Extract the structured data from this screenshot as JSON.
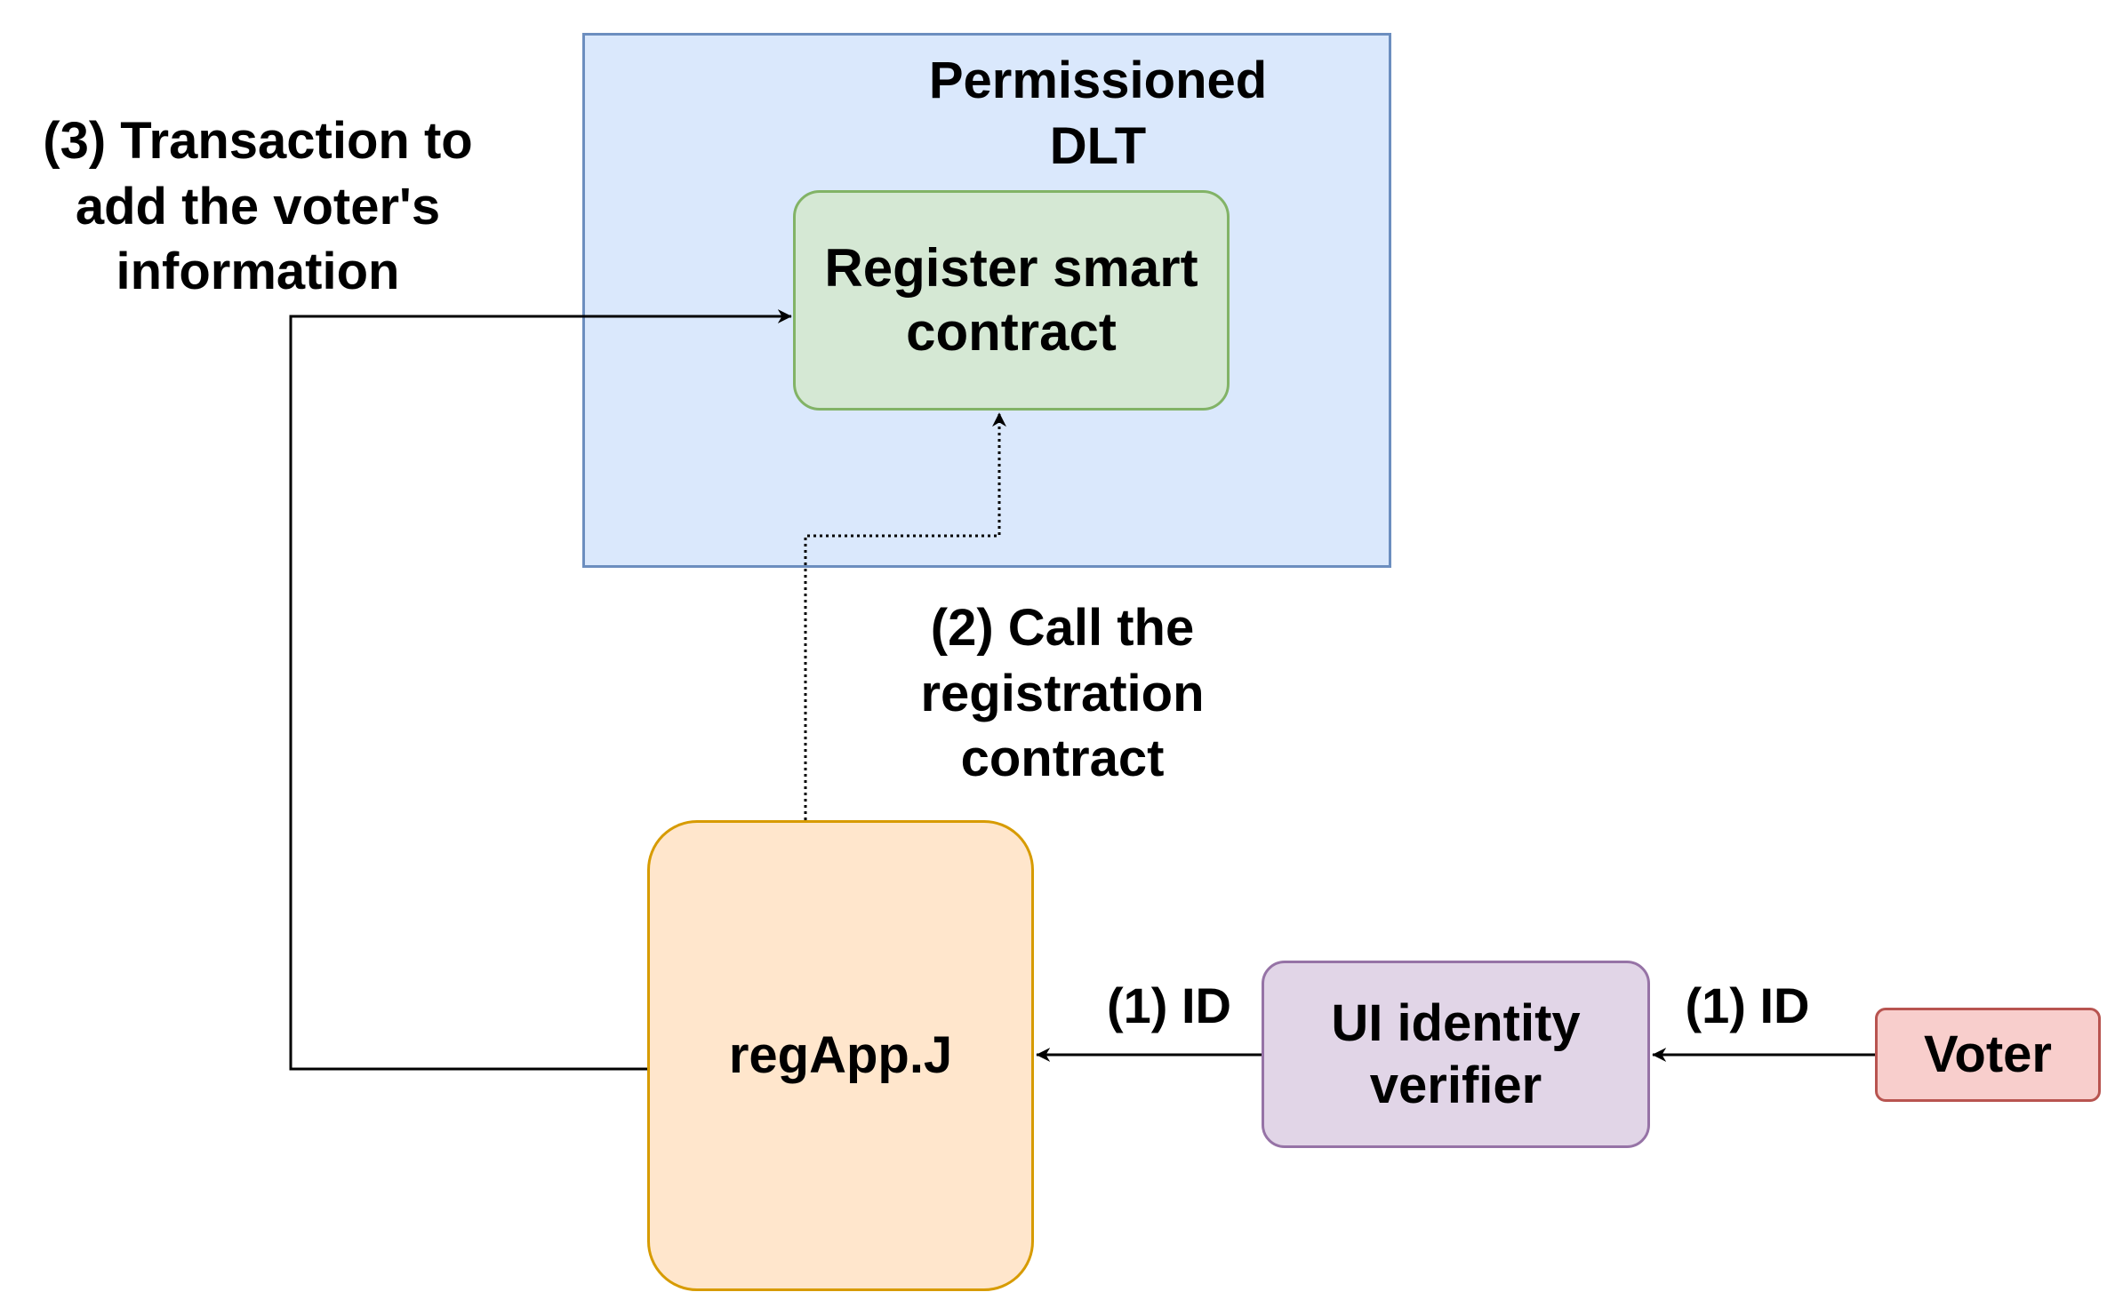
{
  "diagram": {
    "dlt_container": {
      "title": "Permissioned\nDLT",
      "fill": "#dae8fc",
      "stroke": "#6c8ebf"
    },
    "nodes": {
      "register_contract": {
        "label_line1": "Register smart",
        "label_line2": "contract",
        "fill": "#d5e8d4",
        "stroke": "#82b366"
      },
      "reg_app": {
        "label": "regApp.J",
        "fill": "#ffe6cc",
        "stroke": "#d79b00"
      },
      "ui_identity_verifier": {
        "label_line1": "UI identity",
        "label_line2": "verifier",
        "fill": "#e1d5e7",
        "stroke": "#9673a6"
      },
      "voter": {
        "label": "Voter",
        "fill": "#f8cecc",
        "stroke": "#b85450"
      }
    },
    "edges": {
      "step1_voter_to_verifier": {
        "label": "(1) ID",
        "style": "solid"
      },
      "step1_verifier_to_regapp": {
        "label": "(1) ID",
        "style": "solid"
      },
      "step2_regapp_to_contract": {
        "label": "(2) Call the\nregistration\ncontract",
        "style": "dotted"
      },
      "step3_regapp_to_contract": {
        "label": "(3) Transaction to\nadd the voter's\ninformation",
        "style": "solid"
      }
    }
  }
}
